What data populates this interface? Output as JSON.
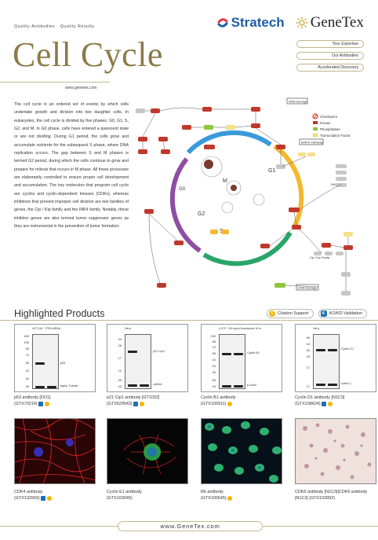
{
  "header": {
    "tagline": "Quality Antibodies · Quality Results",
    "brand_stratech": "Stratech",
    "brand_genetex": "GeneTex",
    "title": "Cell Cycle",
    "site_small": "www.genetex.com"
  },
  "nav": {
    "items": [
      {
        "label": "Your Expertise"
      },
      {
        "label": "Our Antibodies"
      },
      {
        "label": "Accelerated Discovery"
      }
    ]
  },
  "intro": {
    "paragraph": "The cell cycle is an ordered set of events by which cells undertake growth and division into two daughter cells. In eukaryotes, the cell cycle is divided by five phases: G0, G1, S, G2, and M. In G0 phase, cells have entered a quiescent state or are not dividing. During G1 period, the cells grow and accumulate nutrients for the subsequent S phase, where DNA replication occurs. The gap between S and M phases is termed G2 period, during which the cells continue to grow and prepare for mitosis that occurs in M phase. All these processes are elaborately controlled to ensure proper cell development and accumulation. The key molecules that program cell cycle are cyclins and cyclin-dependent kinases (CDKs), whereas inhibitors that prevent improper cell division are two families of genes, the Cip / Kip family and the INK4 family. Notably, these inhibitor genes are also termed tumor suppressor genes as they are instrumental in the prevention of tumor formation."
  },
  "diagram": {
    "legend": [
      {
        "label": "Checkpoint",
        "color": "#d9362b"
      },
      {
        "label": "Kinase",
        "color": "#c0392b"
      },
      {
        "label": "Phosphatase",
        "color": "#8dc63f"
      },
      {
        "label": "Transcription Factor",
        "color": "#f5e08a"
      }
    ],
    "boxes": {
      "dna_damage_top": "DNA Damage",
      "mapk": "MAPK Pathway",
      "dna_damage_bottom": "DNA Damage",
      "ink4": "INK4 Family",
      "cipkip": "Cip / Kip Family"
    },
    "phases": {
      "m": "M",
      "g1": "G1",
      "s": "S",
      "g2": "G2",
      "g0": "G0"
    }
  },
  "highlighted": {
    "title": "Highlighted Products",
    "badge_citation": "Citation Support",
    "badge_koko": "KO/KD Validation"
  },
  "blots": [
    {
      "header": "HCT-116 · TP53 shRNA",
      "mw": [
        "180",
        "130",
        "95",
        "72",
        "55",
        "43",
        "34",
        "26"
      ],
      "labels": [
        "p53",
        "alpha Tubulin"
      ],
      "caption_name": "p53 antibody [DO1]",
      "caption_cat": "(GTX70214)"
    },
    {
      "header": "HeLa",
      "mw": [
        "34",
        "26",
        "17",
        "10",
        "55",
        "43"
      ],
      "labels": [
        "p21 Cip1",
        "cofilin1"
      ],
      "caption_name": "p21 Cip1 antibody [GT1032]",
      "caption_cat": "(GTX629543)"
    },
    {
      "header": "LCC9 · 100 ng/ml Nocodazole 16 hr",
      "mw": [
        "130",
        "95",
        "72",
        "55",
        "43",
        "34",
        "26",
        "55",
        "43"
      ],
      "labels": [
        "Cyclin B1",
        "β-Actin"
      ],
      "caption_name": "Cyclin B1 antibody",
      "caption_cat": "(GTX100911)"
    },
    {
      "header": "HeLa",
      "mw": [
        "55",
        "43",
        "34",
        "26",
        "17",
        "17"
      ],
      "labels": [
        "Cyclin D1",
        "cofilin 1"
      ],
      "caption_name": "Cyclin D1 antibody [N1C3]",
      "caption_cat": "(GTX108624)"
    }
  ],
  "images": [
    {
      "caption_name": "CDK4 antibody",
      "caption_cat": "(GTX102993)"
    },
    {
      "caption_name": "Cyclin E1 antibody",
      "caption_cat": "(GTX103045)"
    },
    {
      "caption_name": "Rb antibody",
      "caption_cat": "(GTX100545)"
    },
    {
      "caption_name": "CDK6 antibody [N1C3]|CDK6 antibody [N1C3] (GTX103992)",
      "caption_cat": ""
    }
  ],
  "footer": {
    "url": "www.GeneTex.com"
  }
}
